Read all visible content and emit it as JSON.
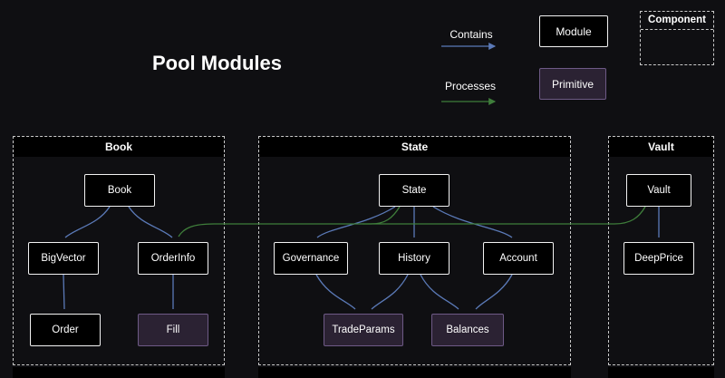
{
  "title": "Pool Modules",
  "legend": {
    "contains": "Contains",
    "processes": "Processes",
    "module": "Module",
    "primitive": "Primitive",
    "component": "Component"
  },
  "colors": {
    "background": "#0f0f12",
    "contains_arrow": "#5b7ab8",
    "processes_arrow": "#3f7e3b",
    "module_bg": "#000000",
    "module_border": "#f2f2f2",
    "primitive_bg": "#2b2233",
    "primitive_border": "#6e5a86"
  },
  "containers": [
    {
      "title": "Book",
      "nodes": [
        {
          "label": "Book",
          "type": "module"
        },
        {
          "label": "BigVector",
          "type": "module"
        },
        {
          "label": "OrderInfo",
          "type": "module"
        },
        {
          "label": "Order",
          "type": "module"
        },
        {
          "label": "Fill",
          "type": "primitive"
        }
      ]
    },
    {
      "title": "State",
      "nodes": [
        {
          "label": "State",
          "type": "module"
        },
        {
          "label": "Governance",
          "type": "module"
        },
        {
          "label": "History",
          "type": "module"
        },
        {
          "label": "Account",
          "type": "module"
        },
        {
          "label": "TradeParams",
          "type": "primitive"
        },
        {
          "label": "Balances",
          "type": "primitive"
        }
      ]
    },
    {
      "title": "Vault",
      "nodes": [
        {
          "label": "Vault",
          "type": "module"
        },
        {
          "label": "DeepPrice",
          "type": "module"
        }
      ]
    }
  ],
  "edges": {
    "contains": [
      [
        "Book",
        "BigVector"
      ],
      [
        "Book",
        "OrderInfo"
      ],
      [
        "BigVector",
        "Order"
      ],
      [
        "OrderInfo",
        "Fill"
      ],
      [
        "State",
        "Governance"
      ],
      [
        "State",
        "History"
      ],
      [
        "State",
        "Account"
      ],
      [
        "Governance",
        "TradeParams"
      ],
      [
        "History",
        "TradeParams"
      ],
      [
        "History",
        "Balances"
      ],
      [
        "Account",
        "Balances"
      ],
      [
        "Vault",
        "DeepPrice"
      ]
    ],
    "processes": [
      [
        "State",
        "OrderInfo"
      ],
      [
        "Vault",
        "OrderInfo"
      ]
    ]
  }
}
